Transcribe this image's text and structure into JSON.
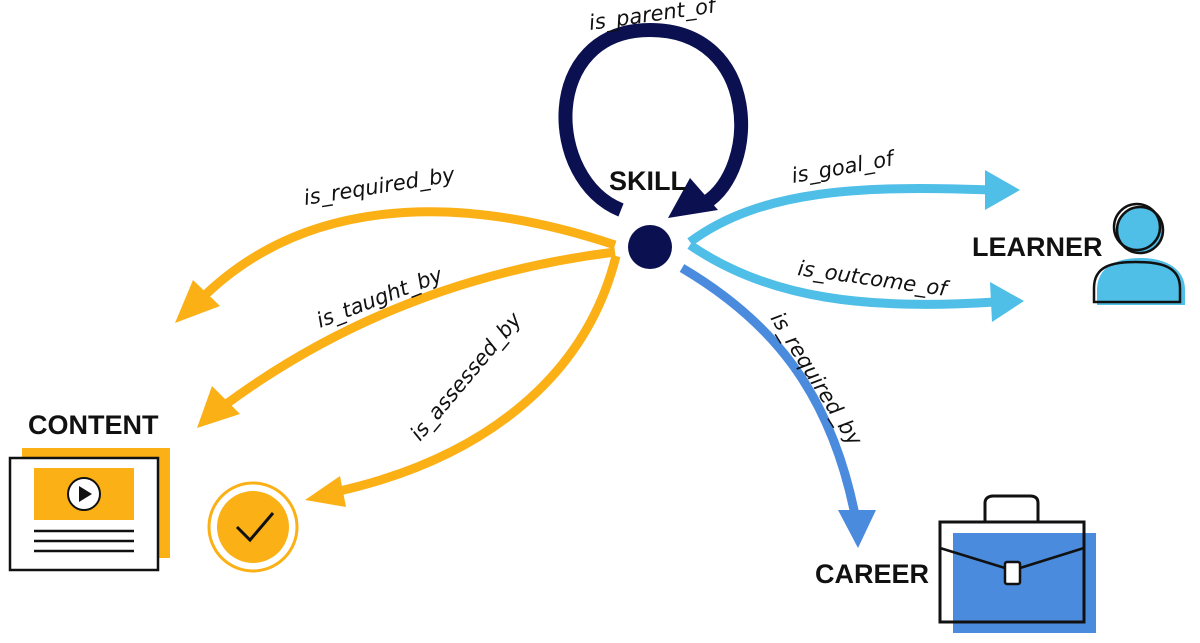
{
  "colors": {
    "navy": "#0b1150",
    "orange": "#fbb016",
    "light_blue": "#4fbfe8",
    "mid_blue": "#4a8bdd",
    "dark": "#111111"
  },
  "nodes": {
    "skill": {
      "label": "SKILL"
    },
    "learner": {
      "label": "LEARNER",
      "icon": "person-icon"
    },
    "content": {
      "label": "CONTENT",
      "icon": "video-document-icon"
    },
    "career": {
      "label": "CAREER",
      "icon": "briefcase-icon"
    },
    "assessment": {
      "icon": "checkmark-badge-icon"
    }
  },
  "edges": {
    "is_parent_of": "is_parent_of",
    "is_goal_of": "is_goal_of",
    "is_outcome_of": "is_outcome_of",
    "is_required_by_career": "is_required_by",
    "is_required_by_content": "is_required_by",
    "is_taught_by": "is_taught_by",
    "is_assessed_by": "is_assessed_by"
  }
}
